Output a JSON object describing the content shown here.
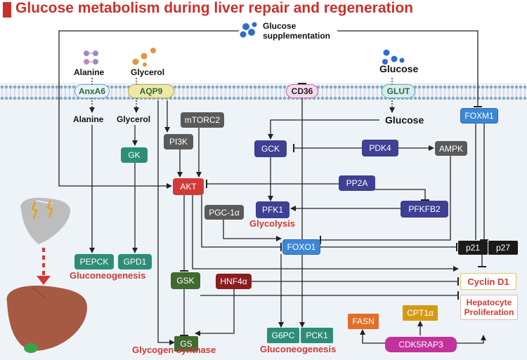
{
  "title": "Glucose metabolism during liver repair and regeneration",
  "labels": {
    "glucose_supplementation": "Glucose\nsupplementation",
    "alanine_top": "Alanine",
    "glycerol_top": "Glycerol",
    "glucose_top": "Glucose",
    "alanine_in": "Alanine",
    "glycerol_in": "Glycerol",
    "glucose_in": "Glucose"
  },
  "transporters": {
    "anxa6": "AnxA6",
    "aqp9": "AQP9",
    "cd36": "CD36",
    "glut": "GLUT"
  },
  "nodes": {
    "mtorc2": "mTORC2",
    "pi3k": "PI3K",
    "gk": "GK",
    "gck": "GCK",
    "pdk4": "PDK4",
    "ampk": "AMPK",
    "foxm1": "FOXM1",
    "akt": "AKT",
    "pp2a": "PP2A",
    "pgc1a": "PGC-1α",
    "pfk1": "PFK1",
    "pfkfb2": "PFKFB2",
    "foxo1": "FOXO1",
    "p21": "p21",
    "p27": "p27",
    "pepck": "PEPCK",
    "gpd1": "GPD1",
    "gsk": "GSK",
    "hnf4a": "HNF4α",
    "cyclin_d1": "Cyclin D1",
    "g6pc": "G6PC",
    "pck1": "PCK1",
    "fasn": "FASN",
    "cpt1a": "CPT1α",
    "cdk5rap3": "CDK5RAP3",
    "gs": "GS"
  },
  "process_labels": {
    "glycolysis": "Glycolysis",
    "gluconeogenesis_left": "Gluconeogenesis",
    "gluconeogenesis_right": "Gluconeogenesis",
    "glycogen_synthase": "Glycogen synthase",
    "hepatocyte_proliferation": "Hepatocyte\nProliferation"
  },
  "colors": {
    "title": "#c9302c",
    "accent_red": "#d03a34",
    "membrane": "#9db4c8"
  }
}
